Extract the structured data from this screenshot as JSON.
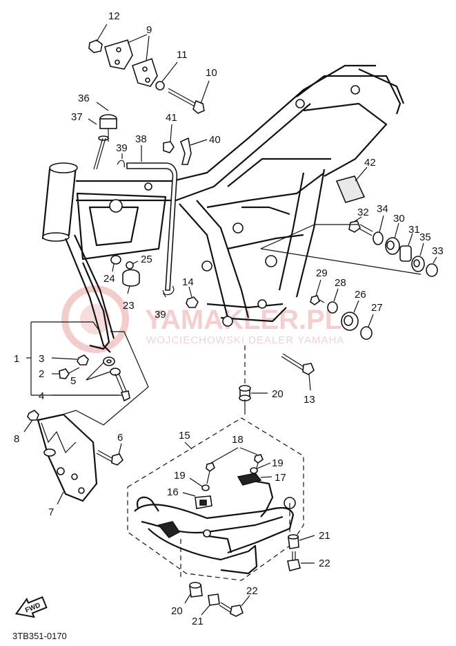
{
  "watermark": {
    "main": "YAMAKLER.PL",
    "sub": "WOJCIECHOWSKI DEALER YAMAHA"
  },
  "fwd_label": "FWD",
  "diagram_code": "3TB351-0170",
  "callouts": {
    "c1": "1",
    "c2": "2",
    "c3": "3",
    "c4": "4",
    "c5": "5",
    "c6": "6",
    "c7": "7",
    "c8": "8",
    "c9": "9",
    "c10": "10",
    "c11": "11",
    "c12": "12",
    "c13": "13",
    "c14": "14",
    "c15": "15",
    "c16": "16",
    "c17": "17",
    "c18": "18",
    "c19a": "19",
    "c19b": "19",
    "c20a": "20",
    "c20b": "20",
    "c21a": "21",
    "c21b": "21",
    "c22a": "22",
    "c22b": "22",
    "c23": "23",
    "c24": "24",
    "c25": "25",
    "c26": "26",
    "c27": "27",
    "c28": "28",
    "c29": "29",
    "c30": "30",
    "c31": "31",
    "c32": "32",
    "c33": "33",
    "c34": "34",
    "c35": "35",
    "c36": "36",
    "c37": "37",
    "c38": "38",
    "c39a": "39",
    "c39b": "39",
    "c40": "40",
    "c41": "41",
    "c42": "42"
  }
}
